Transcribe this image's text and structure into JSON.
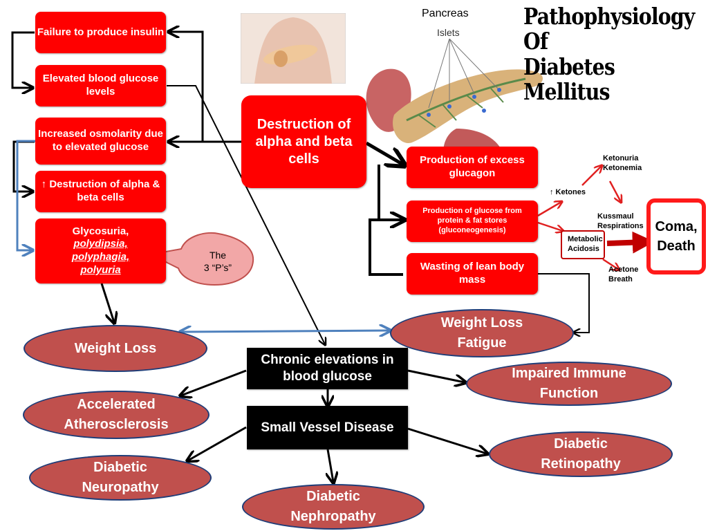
{
  "title": {
    "line1": "Pathophysiology",
    "line2": "Of",
    "line3": "Diabetes",
    "line4": "Mellitus"
  },
  "labels": {
    "pancreas": "Pancreas",
    "islets": "Islets"
  },
  "left_boxes": {
    "failure_insulin": "Failure to produce insulin",
    "elevated_glucose": "Elevated blood glucose levels",
    "osmolarity": "Increased osmolarity due to elevated glucose",
    "destruction_small": "↑ Destruction of alpha & beta cells",
    "glycosuria_line1": "Glycosuria,",
    "polydipsia": "polydipsia,",
    "polyphagia": "polyphagia,",
    "polyuria": "polyuria"
  },
  "callout": {
    "line1": "The",
    "line2": "3 “P’s”"
  },
  "center_box": "Destruction of alpha and beta cells",
  "right_boxes": {
    "glucagon": "Production of excess glucagon",
    "gluconeogenesis": "Production of glucose from protein & fat stores (gluconeogenesis)",
    "wasting": "Wasting of lean body mass"
  },
  "complications": {
    "ketones": "↑ Ketones",
    "ketonuria": "Ketonuria",
    "ketonemia": "Ketonemia",
    "kussmaul1": "Kussmaul",
    "kussmaul2": "Respirations",
    "metabolic_acidosis": "Metabolic Acidosis",
    "acetone1": "Acetone",
    "acetone2": "Breath",
    "coma_death": "Coma, Death"
  },
  "black_boxes": {
    "chronic": "Chronic elevations in blood glucose",
    "small_vessel": "Small Vessel Disease"
  },
  "ovals": {
    "weight_loss": "Weight Loss",
    "weight_loss_fatigue_1": "Weight Loss",
    "weight_loss_fatigue_2": "Fatigue",
    "immune": "Impaired Immune Function",
    "atherosclerosis": "Accelerated Atherosclerosis",
    "retinopathy": "Diabetic Retinopathy",
    "neuropathy": "Diabetic Neuropathy",
    "nephropathy": "Diabetic Nephropathy"
  },
  "colors": {
    "box_red": "#ff0000",
    "oval_fill": "#c0504d",
    "oval_border": "#1f3d78",
    "blue_arrow": "#4f81bd",
    "dark_red": "#c00000"
  }
}
